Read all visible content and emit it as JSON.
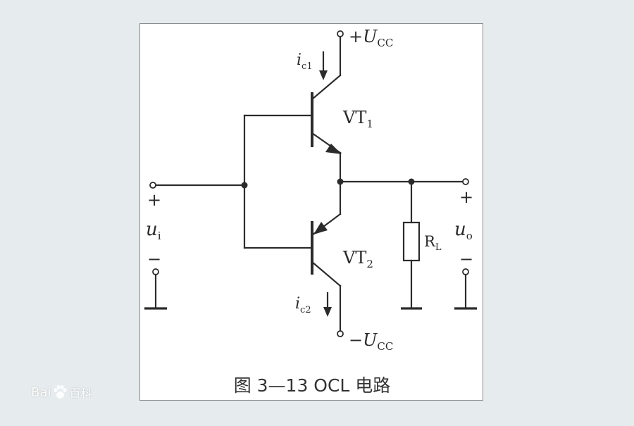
{
  "diagram": {
    "supply_positive": "+U",
    "supply_negative": "−U",
    "supply_sub": "CC",
    "current_top": "i",
    "current_top_sub": "c1",
    "current_bottom": "i",
    "current_bottom_sub": "c2",
    "transistor_top": "VT",
    "transistor_top_sub": "1",
    "transistor_bottom": "VT",
    "transistor_bottom_sub": "2",
    "resistor": "R",
    "resistor_sub": "L",
    "input_plus": "+",
    "input_minus": "−",
    "input_label": "u",
    "input_label_sub": "i",
    "output_plus": "+",
    "output_minus": "−",
    "output_label": "u",
    "output_label_sub": "o",
    "caption": "图 3—13 OCL 电路"
  },
  "watermark": {
    "text": "Bai",
    "logo_text": "百科"
  },
  "colors": {
    "background": "#e6eced",
    "panel": "#ffffff",
    "ink": "#2b2b2b"
  }
}
